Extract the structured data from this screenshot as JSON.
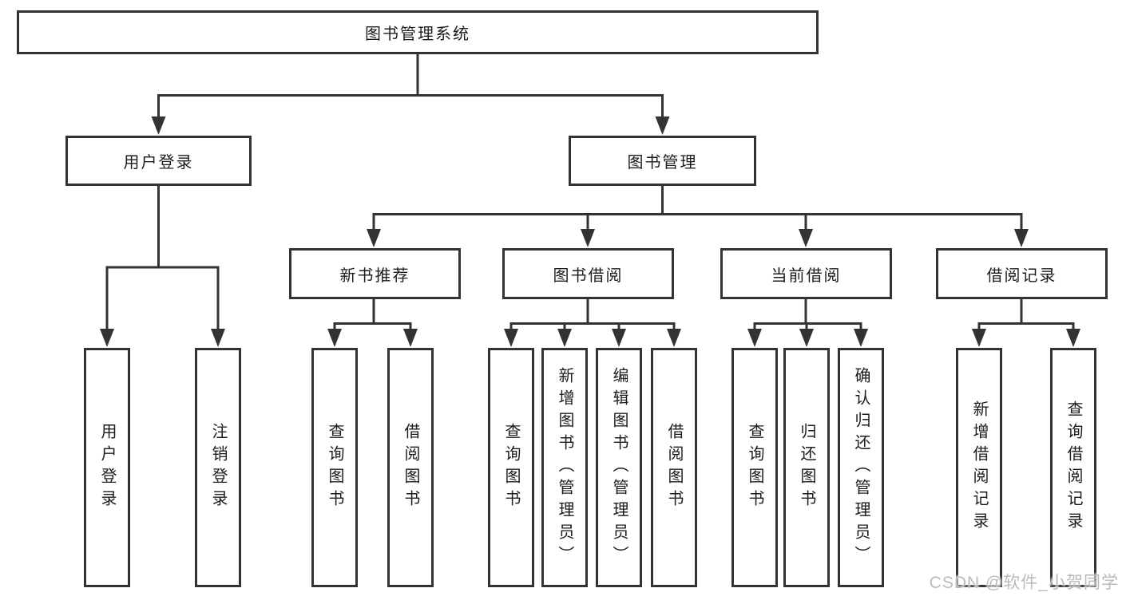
{
  "tree": {
    "label": "图书管理系统",
    "children": [
      {
        "label": "用户登录",
        "children": [
          {
            "label": "用户登录"
          },
          {
            "label": "注销登录"
          }
        ]
      },
      {
        "label": "图书管理",
        "children": [
          {
            "label": "新书推荐",
            "children": [
              {
                "label": "查询图书"
              },
              {
                "label": "借阅图书"
              }
            ]
          },
          {
            "label": "图书借阅",
            "children": [
              {
                "label": "查询图书"
              },
              {
                "label": "新增图书（管理员）"
              },
              {
                "label": "编辑图书（管理员）"
              },
              {
                "label": "借阅图书"
              }
            ]
          },
          {
            "label": "当前借阅",
            "children": [
              {
                "label": "查询图书"
              },
              {
                "label": "归还图书"
              },
              {
                "label": "确认归还（管理员）"
              }
            ]
          },
          {
            "label": "借阅记录",
            "children": [
              {
                "label": "新增借阅记录"
              },
              {
                "label": "查询借阅记录"
              }
            ]
          }
        ]
      }
    ]
  },
  "watermark": {
    "text": "CSDN @软件_小贺同学"
  },
  "colors": {
    "background": "#ffffff",
    "line": "#333333",
    "text": "#1c1c1c",
    "watermark": "#b7bbbf"
  }
}
